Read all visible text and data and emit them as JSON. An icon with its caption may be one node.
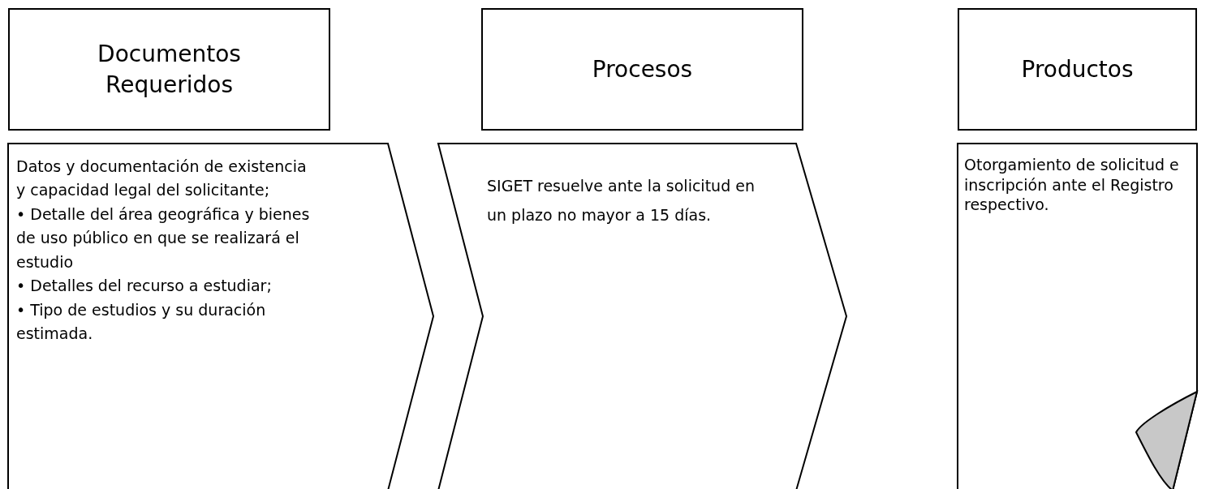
{
  "diagram": {
    "nodes": [
      {
        "text": [
          "Documentos Requeridos"
        ]
      },
      {
        "text": [
          "Procesos"
        ]
      },
      {
        "text": [
          "Productos"
        ]
      },
      {
        "text": [
          "Datos y documentación de existencia y capacidad legal del solicitante;",
          "• Detalle del área geográfica y bienes de uso público en que se realizará el estudio",
          "• Detalles del recurso a estudiar;",
          "• Tipo de estudios y su duración estimada."
        ]
      },
      {
        "text": [
          "SIGET resuelve ante la solicitud en un plazo no mayor a 15 días."
        ]
      },
      {
        "text": [
          "Otorgamiento de solicitud e inscripción ante el Registro respectivo."
        ]
      }
    ]
  }
}
